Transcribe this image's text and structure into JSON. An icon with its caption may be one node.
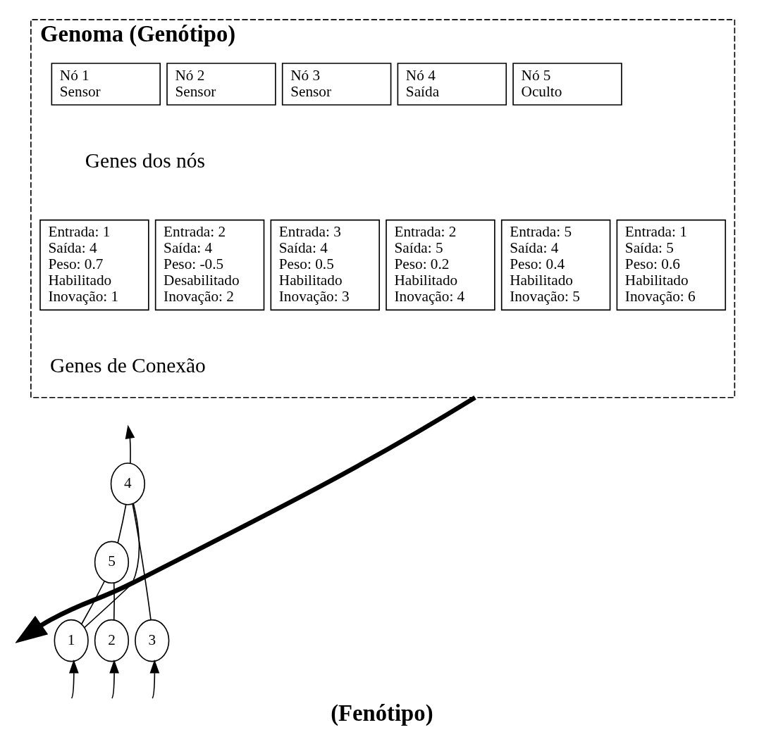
{
  "diagram": {
    "caption": "(Fenótipo)",
    "nodes": [
      {
        "text": [
          "Genoma (Genótipo)"
        ]
      },
      {
        "text": [
          "Nó 1",
          "Sensor"
        ],
        "in": 0
      },
      {
        "text": [
          "Nó 2",
          "Sensor"
        ],
        "in": 0
      },
      {
        "text": [
          "Nó 3",
          "Sensor"
        ],
        "in": 0
      },
      {
        "text": [
          "Nó 4",
          "Saída"
        ],
        "in": 0
      },
      {
        "text": [
          "Nó 5",
          "Oculto"
        ],
        "in": 0
      },
      {
        "text": [
          "Entrada: 1",
          "Saída: 4",
          "Peso: 0.7",
          "Habilitado",
          "Inovação: 1"
        ],
        "in": 0
      },
      {
        "text": [
          "Entrada: 2",
          "Saída: 4",
          "Peso: -0.5",
          "Desabilitado",
          "Inovação: 2"
        ],
        "in": 0
      },
      {
        "text": [
          "Entrada: 3",
          "Saída: 4",
          "Peso: 0.5",
          "Habilitado",
          "Inovação: 3"
        ],
        "in": 0
      },
      {
        "text": [
          "Entrada: 2",
          "Saída: 5",
          "Peso: 0.2",
          "Habilitado",
          "Inovação: 4"
        ],
        "in": 0
      },
      {
        "text": [
          "Entrada: 5",
          "Saída: 4",
          "Peso: 0.4",
          "Habilitado",
          "Inovação: 5"
        ],
        "in": 0
      },
      {
        "text": [
          "Entrada: 1",
          "Saída: 5",
          "Peso: 0.6",
          "Habilitado",
          "Inovação: 6"
        ],
        "in": 0
      },
      {
        "text": [
          "4"
        ]
      },
      {
        "text": [
          "5"
        ]
      },
      {
        "text": [
          "1"
        ]
      },
      {
        "text": [
          "2"
        ]
      },
      {
        "text": [
          "3"
        ]
      }
    ],
    "edges": [
      {
        "from": 0,
        "to": null,
        "arrow": "to",
        "style": "thick"
      },
      {
        "from": null,
        "to": 14,
        "arrow": "to"
      },
      {
        "from": null,
        "to": 15,
        "arrow": "to"
      },
      {
        "from": null,
        "to": 16,
        "arrow": "to"
      },
      {
        "from": 14,
        "to": 12,
        "arrow": "none"
      },
      {
        "from": 14,
        "to": 13,
        "arrow": "none"
      },
      {
        "from": 13,
        "to": 12,
        "arrow": "none"
      },
      {
        "from": 15,
        "to": 13,
        "arrow": "none"
      },
      {
        "from": 16,
        "to": 12,
        "arrow": "none"
      },
      {
        "from": 12,
        "to": null,
        "arrow": "to"
      }
    ],
    "labels": [
      "Genes dos nós",
      "Genes de Conexão"
    ]
  }
}
